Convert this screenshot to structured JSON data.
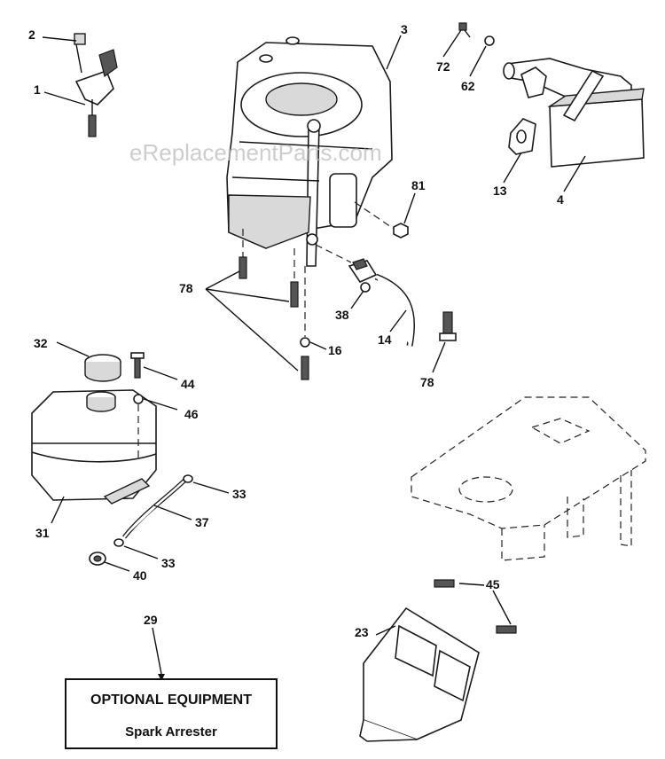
{
  "watermark": "eReplacementParts.com",
  "callouts": {
    "c1": "1",
    "c2": "2",
    "c3": "3",
    "c4": "4",
    "c13": "13",
    "c14": "14",
    "c16": "16",
    "c23": "23",
    "c29": "29",
    "c31": "31",
    "c32": "32",
    "c33a": "33",
    "c33b": "33",
    "c37": "37",
    "c38": "38",
    "c40": "40",
    "c44": "44",
    "c45": "45",
    "c46": "46",
    "c62": "62",
    "c72": "72",
    "c78a": "78",
    "c78b": "78",
    "c81": "81"
  },
  "optional_box": {
    "heading": "OPTIONAL EQUIPMENT",
    "item": "Spark Arrester"
  }
}
